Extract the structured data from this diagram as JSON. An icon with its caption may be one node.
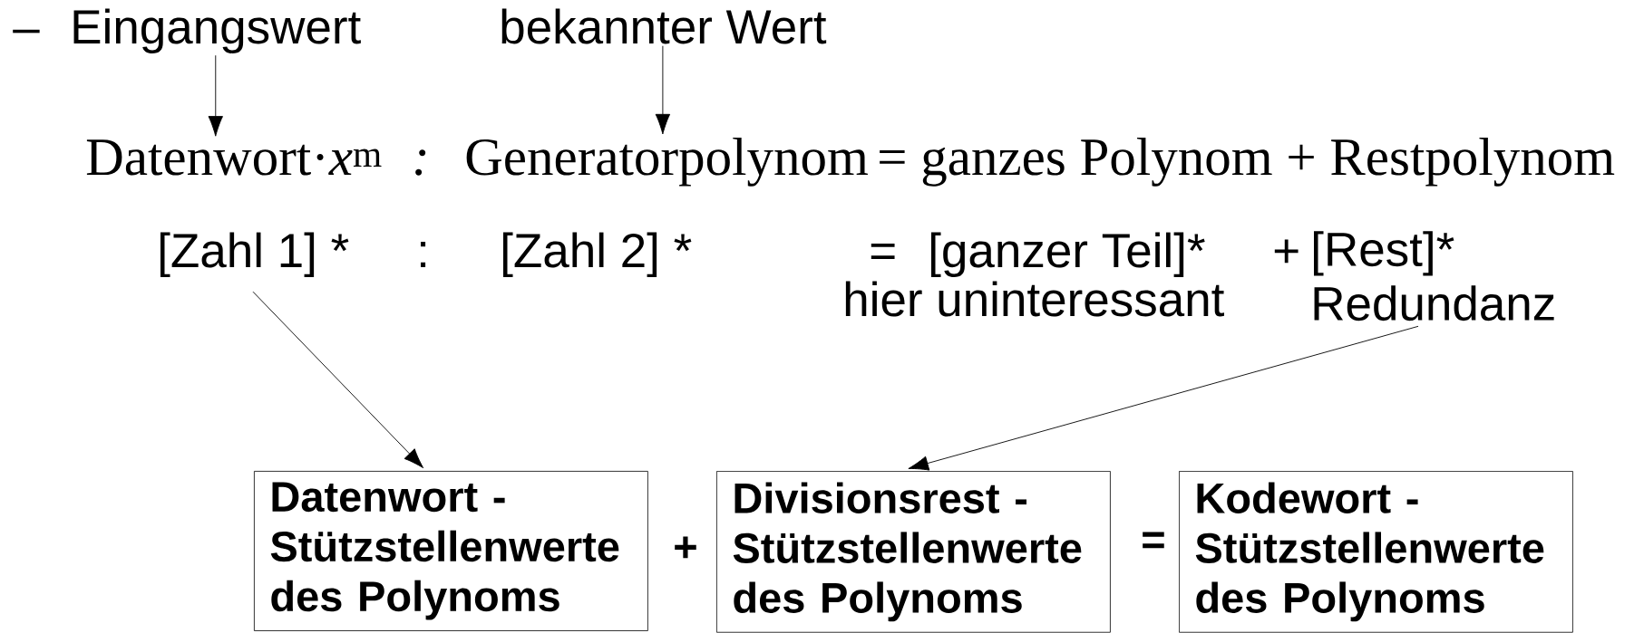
{
  "diagram": {
    "nodes": [
      {
        "text": [
          "Eingangswert"
        ]
      },
      {
        "text": [
          "bekannter Wert"
        ]
      },
      {
        "text": [
          "Datenwort·*x*$^{m}$"
        ]
      },
      {
        "text": [
          "Generatorpolynom"
        ]
      },
      {
        "text": [
          "[Zahl 1] *"
        ]
      },
      {
        "text": [
          "[Rest]*",
          "Redundanz"
        ]
      },
      {
        "text": [
          "Datenwort - Stützstellenwerte des Polynoms"
        ]
      },
      {
        "text": [
          "Divisionsrest - Stützstellenwerte des Polynoms"
        ]
      },
      {
        "text": [
          "Kodewort - Stützstellenwerte des Polynoms"
        ]
      }
    ],
    "edges": [
      {
        "from": 0,
        "to": 2,
        "arrow": "to"
      },
      {
        "from": 1,
        "to": 3,
        "arrow": "to"
      },
      {
        "from": 4,
        "to": 6,
        "arrow": "to"
      },
      {
        "from": 5,
        "to": 7,
        "arrow": "to"
      }
    ],
    "labels": [
      "–",
      ":",
      "= ganzes Polynom + Restpolynom",
      ":",
      "[Zahl 2] *",
      "=",
      "[ganzer Teil]*",
      "+",
      "hier uninteressant",
      "+",
      "="
    ]
  }
}
